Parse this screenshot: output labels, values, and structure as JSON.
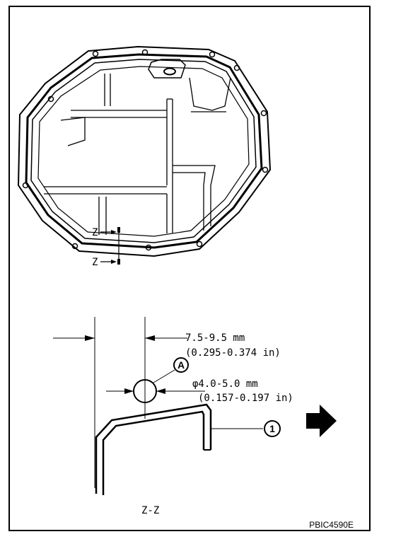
{
  "top_view": {
    "section_marker_upper": "Z",
    "section_marker_lower": "Z"
  },
  "section_view": {
    "dim_position_mm": "7.5-9.5 mm",
    "dim_position_in": "(0.295-0.374 in)",
    "callout_a": "A",
    "dim_bead_mm": "φ4.0-5.0 mm",
    "dim_bead_in": "(0.157-0.197 in)",
    "callout_1": "1",
    "section_title": "Z-Z"
  },
  "figure_code": "PBIC4590E"
}
